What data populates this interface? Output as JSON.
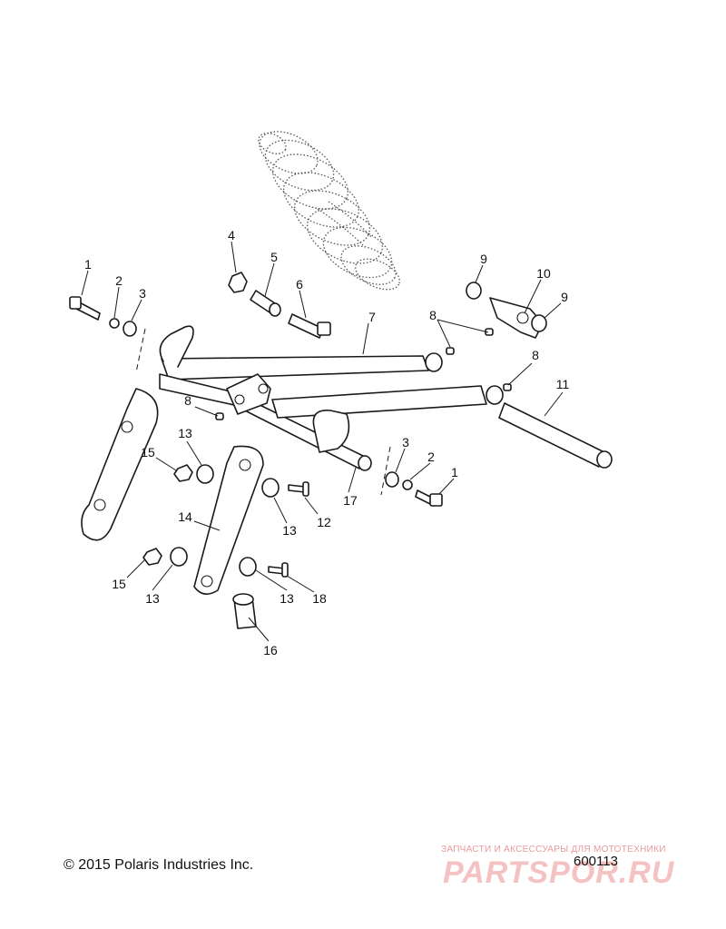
{
  "diagram": {
    "callouts": {
      "c1a": "1",
      "c2a": "2",
      "c3a": "3",
      "c4": "4",
      "c5": "5",
      "c6": "6",
      "c7": "7",
      "c8a": "8",
      "c8b": "8",
      "c8c": "8",
      "c9a": "9",
      "c9b": "9",
      "c10": "10",
      "c11": "11",
      "c3b": "3",
      "c2b": "2",
      "c1b": "1",
      "c13a": "13",
      "c15a": "15",
      "c14": "14",
      "c13b": "13",
      "c12": "12",
      "c17": "17",
      "c15b": "15",
      "c13c": "13",
      "c13d": "13",
      "c18": "18",
      "c16": "16"
    }
  },
  "footer": {
    "copyright": "© 2015 Polaris Industries Inc.",
    "diagram_id": "600113"
  },
  "watermark": {
    "caption": "ЗАПЧАСТИ И АКСЕССУАРЫ ДЛЯ МОТОТЕХНИКИ",
    "logo": "PARTSPOR.RU"
  },
  "colors": {
    "line": "#1a1a1a",
    "watermark": "#f3b8b8"
  }
}
